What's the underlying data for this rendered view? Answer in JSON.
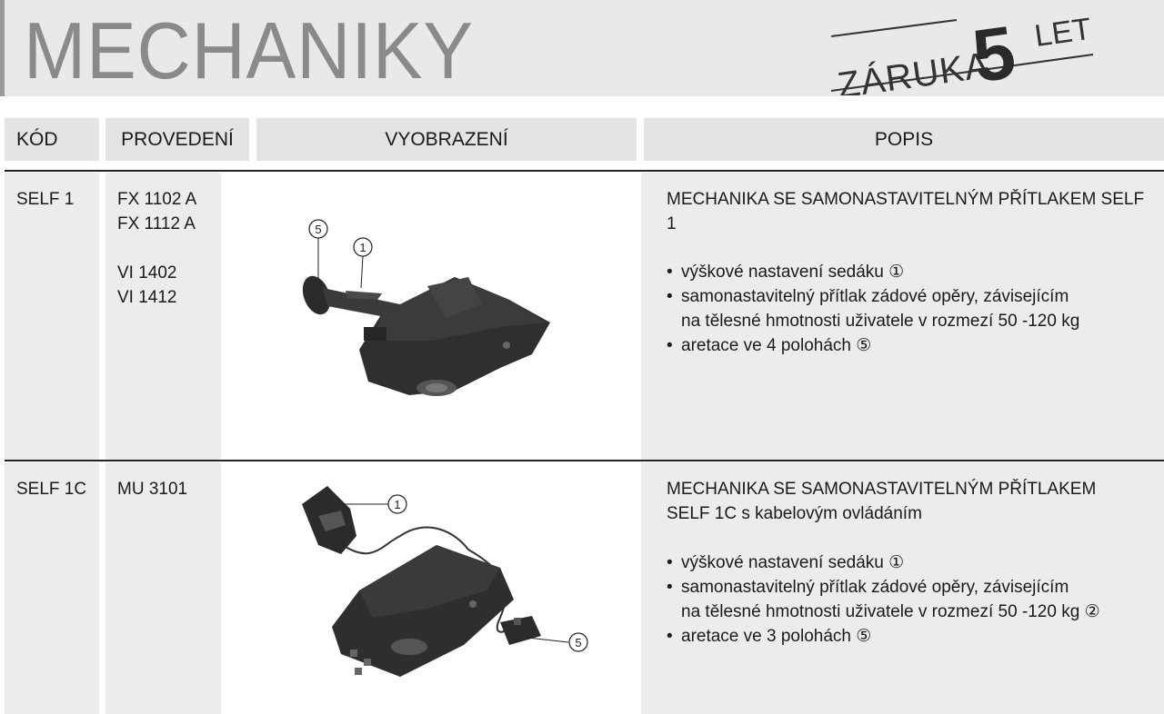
{
  "header": {
    "title": "MECHANIKY",
    "warranty": {
      "prefix": "ZÁRUKA",
      "number": "5",
      "suffix": "LET"
    }
  },
  "columns": {
    "code": "KÓD",
    "variant": "PROVEDENÍ",
    "image": "VYOBRAZENÍ",
    "description": "POPIS"
  },
  "rows": [
    {
      "code": "SELF 1",
      "variants": [
        "FX 1102 A",
        "FX 1112 A",
        "",
        "VI 1402",
        "VI 1412"
      ],
      "callouts": [
        "5",
        "1"
      ],
      "title_line1": "MECHANIKA SE SAMONASTAVITELNÝM PŘÍTLAKEM SELF 1",
      "title_line2": "",
      "bullets": [
        "výškové nastavení sedáku ①",
        "samonastavitelný přítlak zádové opěry, závisejícím",
        "aretace ve 4 polohách ⑤"
      ],
      "bullet2_cont": "na tělesné hmotnosti uživatele v rozmezí 50 -120 kg"
    },
    {
      "code": "SELF 1C",
      "variants": [
        "MU 3101"
      ],
      "callouts": [
        "1",
        "5"
      ],
      "title_line1": "MECHANIKA SE SAMONASTAVITELNÝM PŘÍTLAKEM",
      "title_line2": "SELF 1C s kabelovým ovládáním",
      "bullets": [
        "výškové nastavení sedáku ①",
        "samonastavitelný přítlak zádové opěry, závisejícím",
        "aretace ve 3 polohách ⑤"
      ],
      "bullet2_cont": "na tělesné hmotnosti uživatele v rozmezí 50 -120 kg ②"
    }
  ]
}
